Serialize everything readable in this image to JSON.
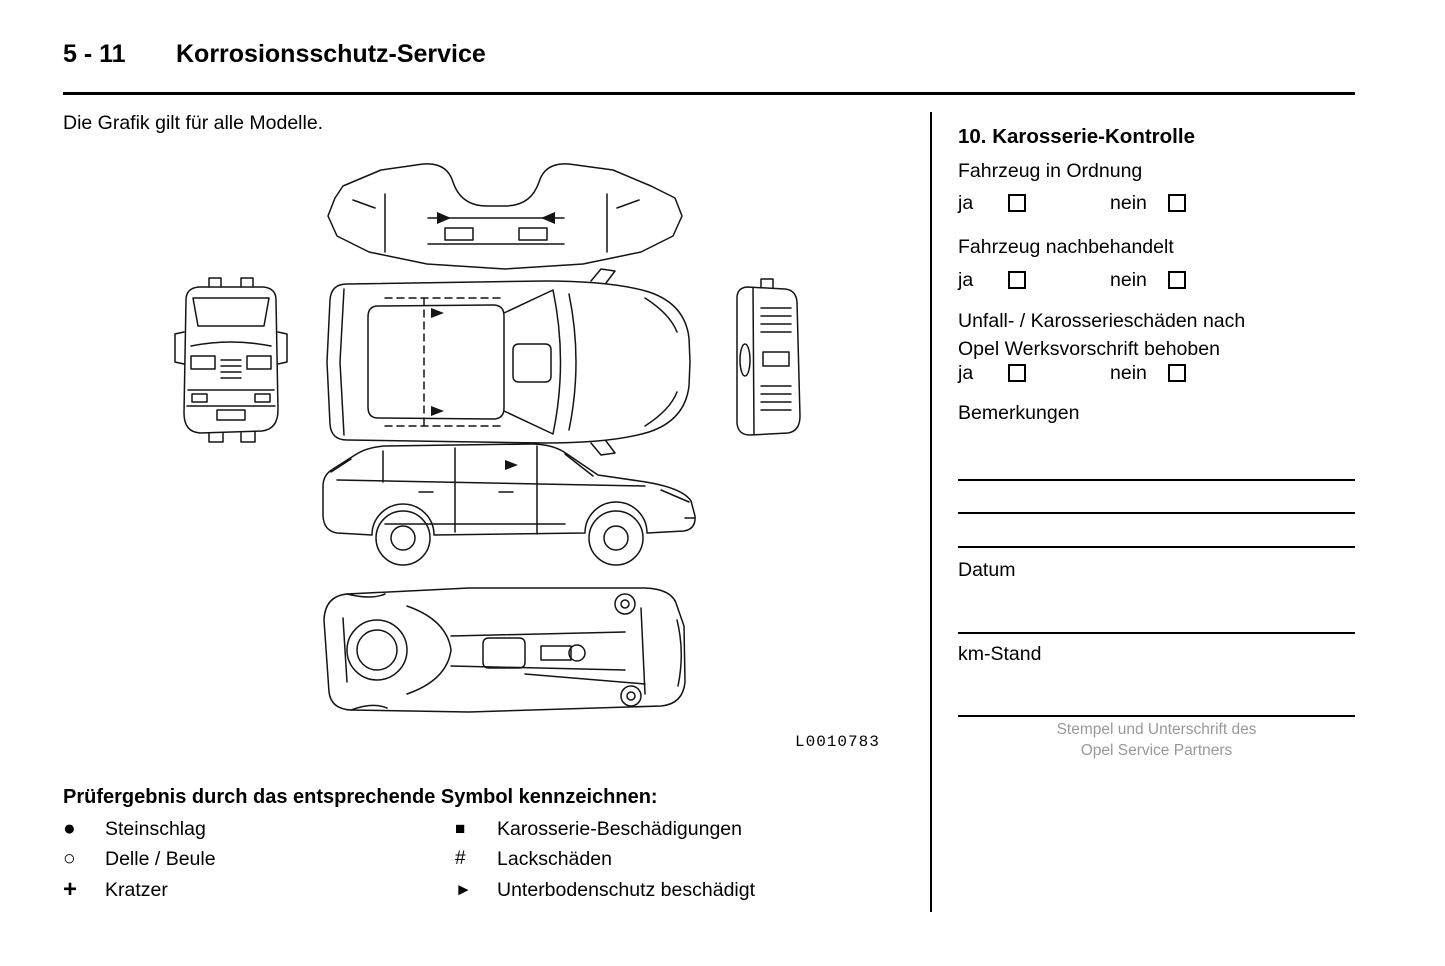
{
  "header": {
    "code": "5 - 11",
    "title": "Korrosionsschutz-Service"
  },
  "figure": {
    "note": "Die Grafik gilt für alle Modelle.",
    "code": "L0010783"
  },
  "legend": {
    "title": "Prüfergebnis durch das entsprechende Symbol kennzeichnen:",
    "items": [
      {
        "symbol": "●",
        "label": "Steinschlag"
      },
      {
        "symbol": "○",
        "label": "Delle / Beule"
      },
      {
        "symbol": "+",
        "label": "Kratzer"
      },
      {
        "symbol": "■",
        "label": "Karosserie-Beschädigungen"
      },
      {
        "symbol": "#",
        "label": "Lackschäden"
      },
      {
        "symbol": "►",
        "label": "Unterbodenschutz beschädigt"
      }
    ]
  },
  "form": {
    "title": "10. Karosserie-Kontrolle",
    "ja_label": "ja",
    "nein_label": "nein",
    "questions": [
      {
        "label": "Fahrzeug in Ordnung"
      },
      {
        "label": "Fahrzeug nachbehandelt"
      },
      {
        "label": "Unfall- / Karosserieschäden nach Opel Werksvorschrift behoben"
      }
    ],
    "remarks_label": "Bemerkungen",
    "date_label": "Datum",
    "km_label": "km-Stand",
    "stamp_note_line1": "Stempel und Unterschrift des",
    "stamp_note_line2": "Opel Service Partners"
  },
  "colors": {
    "text": "#000000",
    "muted": "#999999",
    "line": "#000000"
  }
}
